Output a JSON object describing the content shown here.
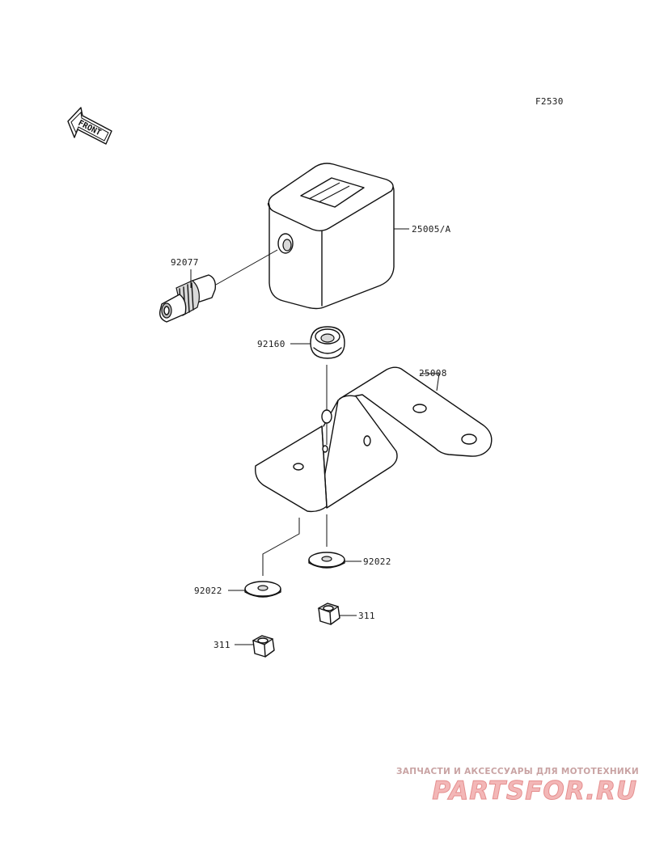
{
  "figure_code": "F2530",
  "front_arrow": {
    "text": "FRONT"
  },
  "parts": [
    {
      "id": "meter-housing",
      "number": "25005/A"
    },
    {
      "id": "bulb-socket",
      "number": "92077"
    },
    {
      "id": "grommet",
      "number": "92160"
    },
    {
      "id": "bracket",
      "number": "25008"
    },
    {
      "id": "washer-right",
      "number": "92022"
    },
    {
      "id": "washer-left",
      "number": "92022"
    },
    {
      "id": "nut-right",
      "number": "311"
    },
    {
      "id": "nut-left",
      "number": "311"
    }
  ],
  "watermark": {
    "tagline": "ЗАПЧАСТИ И АКСЕССУАРЫ ДЛЯ МОТОТЕХНИКИ",
    "logo": "PARTSFOR.RU"
  }
}
